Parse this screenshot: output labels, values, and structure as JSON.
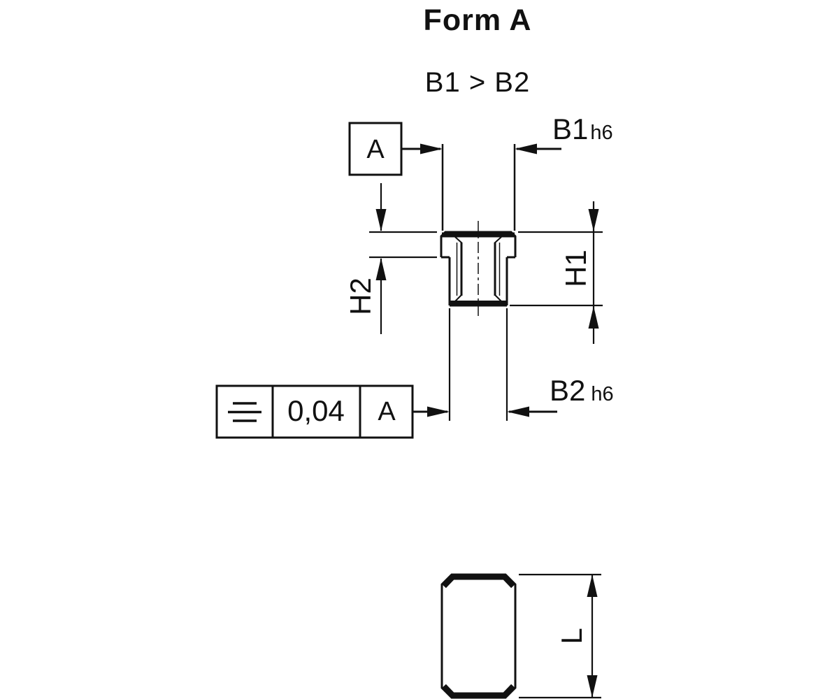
{
  "title": "Form A",
  "subtitle": "B1 > B2",
  "datum": {
    "label": "A"
  },
  "dimensions": {
    "b1": {
      "label": "B1",
      "tolerance": "h6"
    },
    "b2": {
      "label": "B2",
      "tolerance": "h6"
    },
    "h1": {
      "label": "H1"
    },
    "h2": {
      "label": "H2"
    },
    "l": {
      "label": "L"
    }
  },
  "tolerance_frame": {
    "symbol_icon": "symmetry-icon",
    "value": "0,04",
    "datum": "A"
  },
  "colors": {
    "line": "#111111",
    "background": "#ffffff"
  }
}
